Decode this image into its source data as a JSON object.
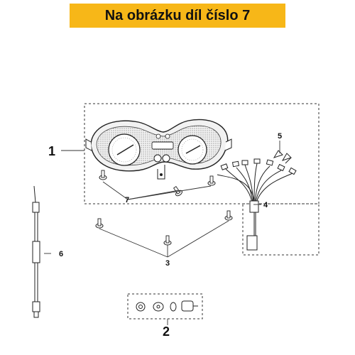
{
  "banner": {
    "text": "Na obrázku díl číslo 7",
    "color": "#f7b718"
  },
  "callouts": {
    "n1": "1",
    "n2": "2",
    "n3": "3",
    "n4": "4",
    "n5": "5",
    "n6": "6",
    "n7": "7"
  }
}
